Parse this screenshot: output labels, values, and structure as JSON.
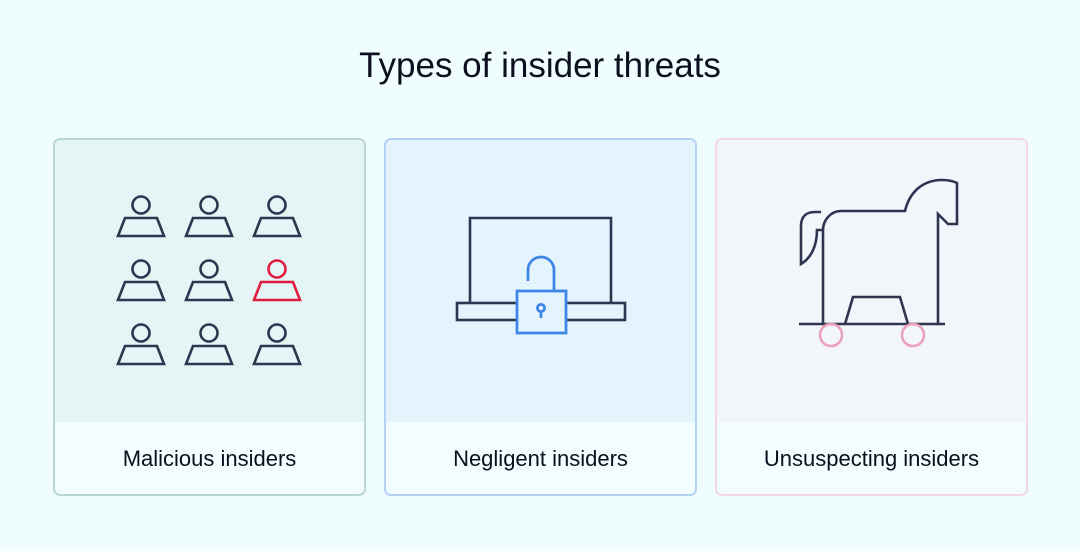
{
  "title": "Types of insider threats",
  "colors": {
    "background": "#f0fdfe",
    "icon_stroke": "#2e3550",
    "malicious_highlight": "#e01d3e",
    "lock_blue": "#3f86e8",
    "wheel_pink": "#eba0bb"
  },
  "cards": [
    {
      "label": "Malicious insiders",
      "icon": "people-grid-icon",
      "people_rows": 3,
      "people_cols": 3,
      "highlighted_person": {
        "row": 2,
        "col": 3
      }
    },
    {
      "label": "Negligent insiders",
      "icon": "laptop-unlocked-padlock-icon"
    },
    {
      "label": "Unsuspecting insiders",
      "icon": "trojan-horse-icon"
    }
  ]
}
